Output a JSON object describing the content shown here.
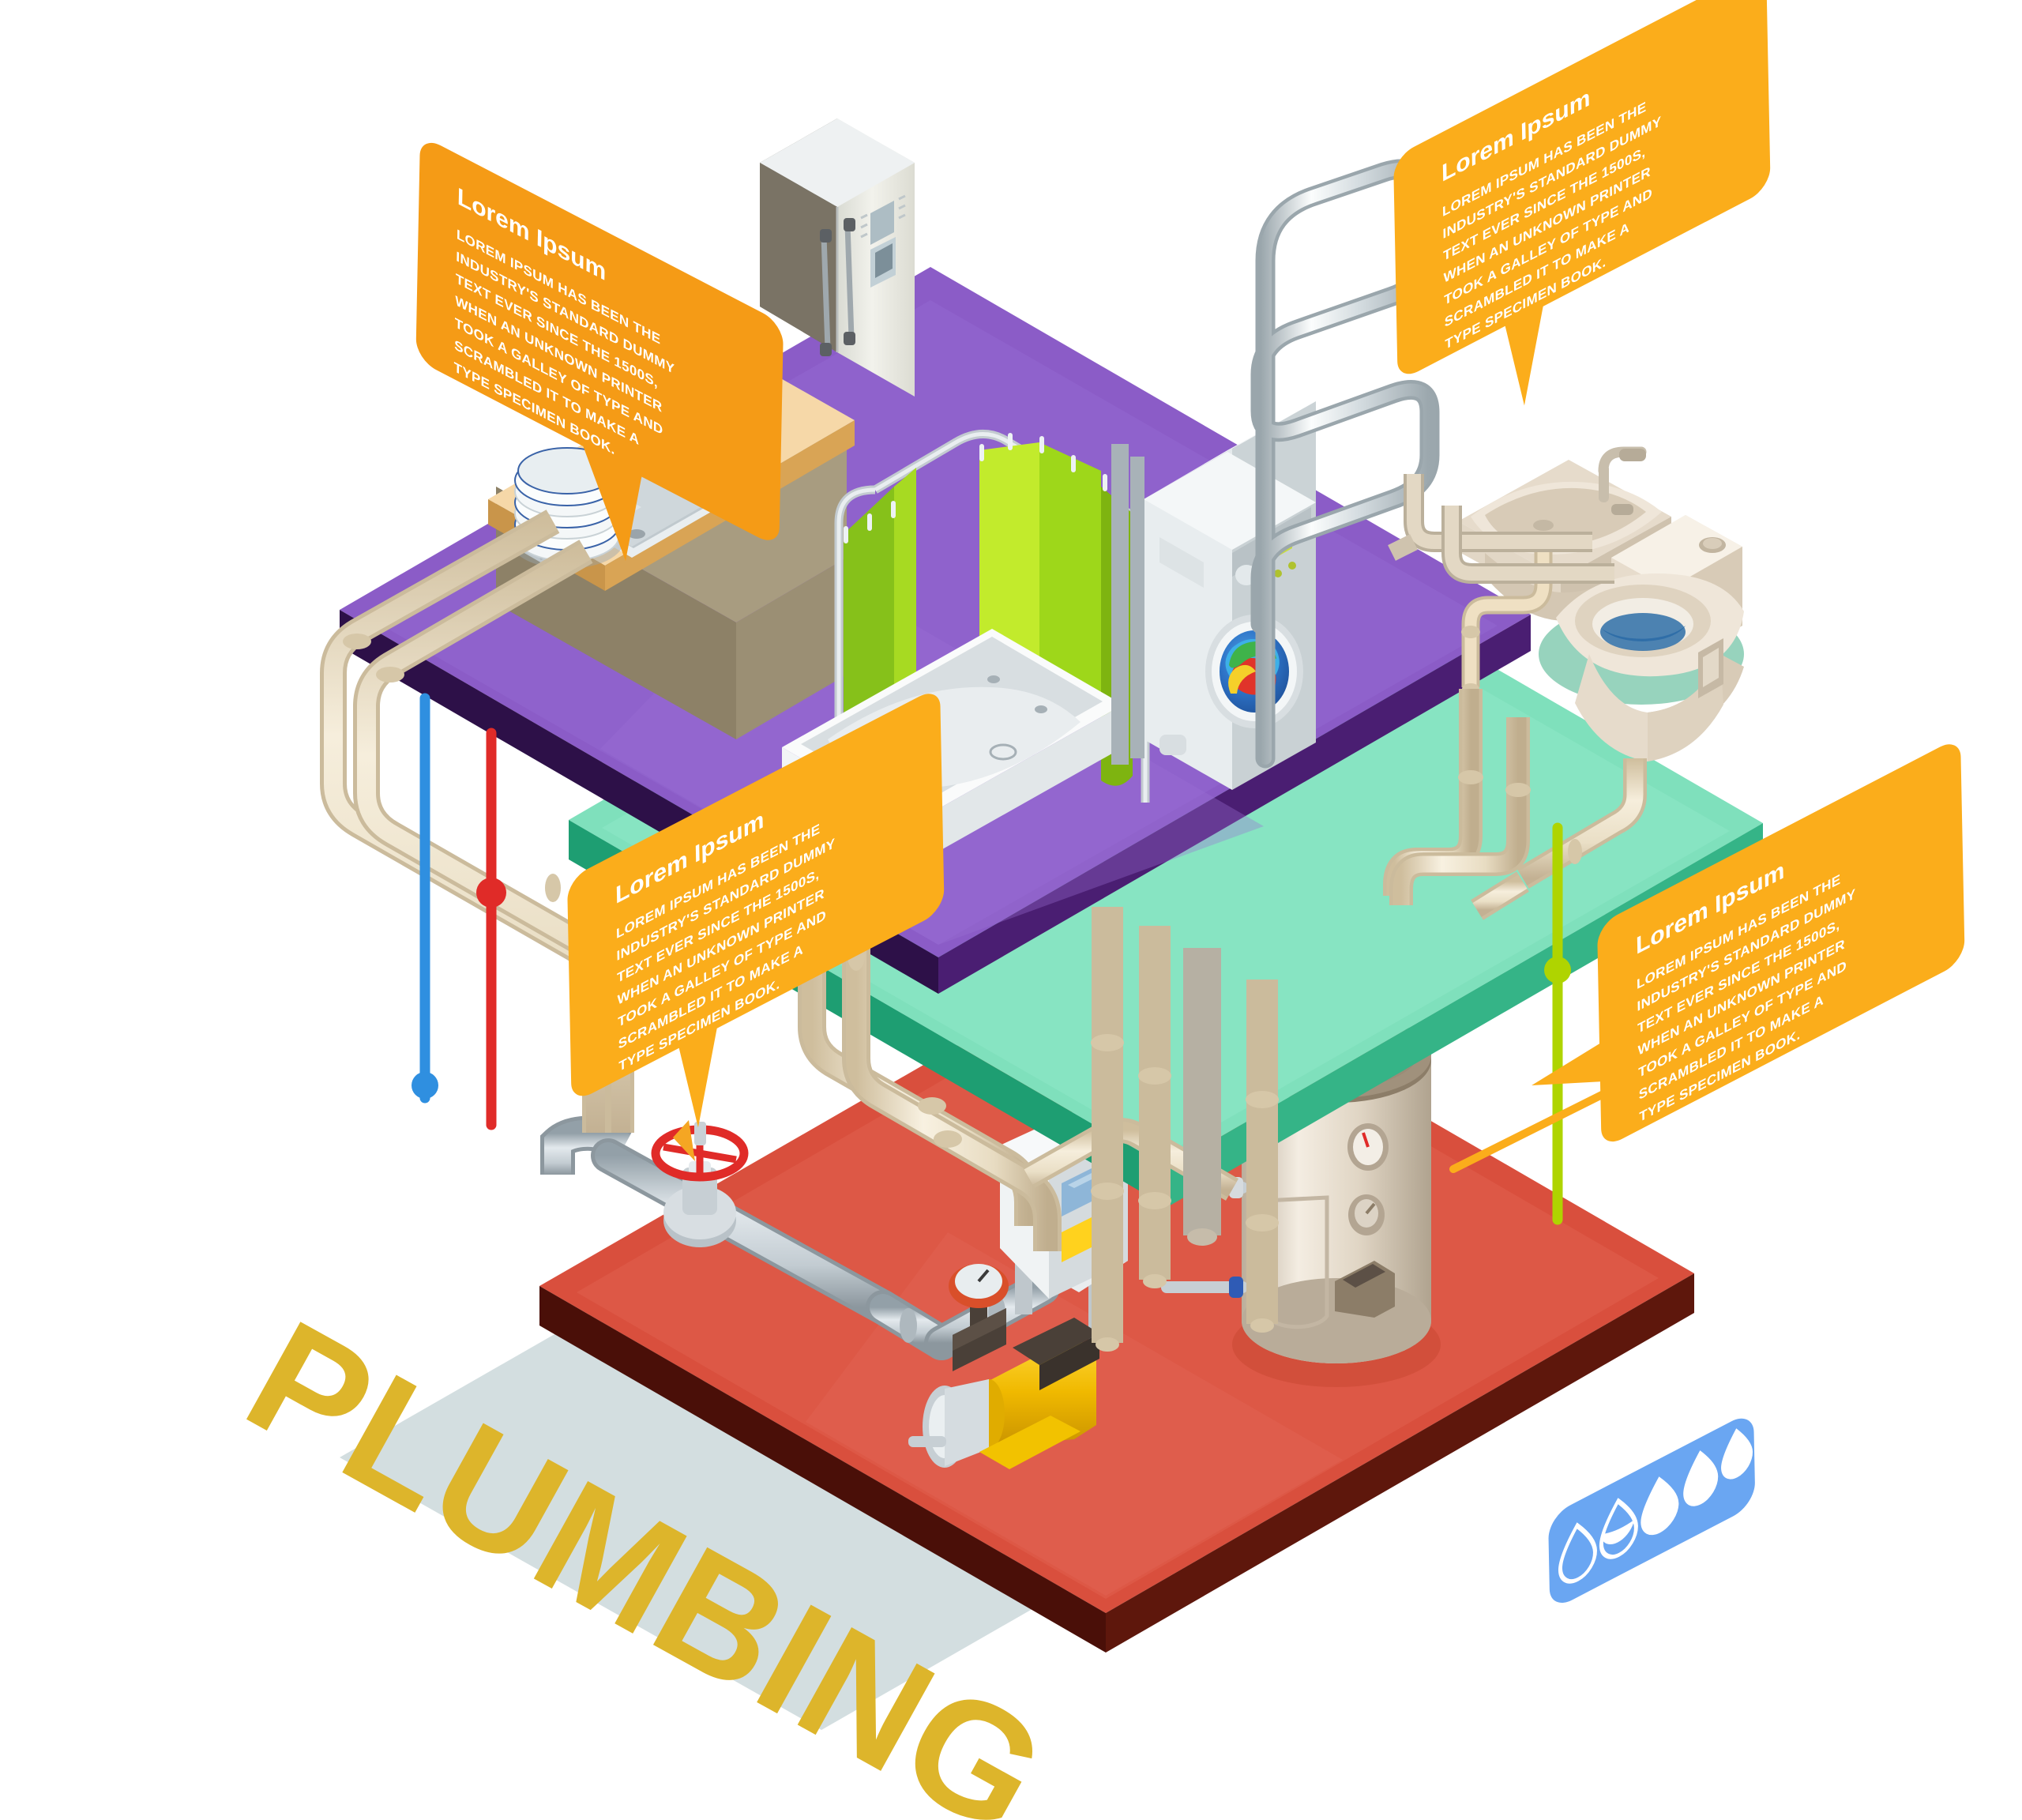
{
  "poster": {
    "title": "PLUMBING",
    "background": "#ffffff",
    "title_color": "#DDB52B"
  },
  "callout_text": {
    "heading": "Lorem Ipsum",
    "lines": [
      "LOREM IPSUM HAS BEEN THE",
      "INDUSTRY'S STANDARD DUMMY",
      "TEXT EVER SINCE THE 1500S,",
      "WHEN AN UNKNOWN PRINTER",
      "TOOK A GALLEY OF TYPE AND",
      "SCRAMBLED IT TO MAKE A",
      "TYPE SPECIMEN BOOK."
    ],
    "bubble_color": "#F59B16",
    "bubble_color_alt": "#FBAD1B"
  },
  "callouts": [
    {
      "id": "kitchen",
      "name": "callout-kitchen",
      "heading": "Lorem Ipsum",
      "connector_color": "#2F8FE0"
    },
    {
      "id": "radiator",
      "name": "callout-radiator",
      "heading": "Lorem Ipsum",
      "connector_color": "#F5A623"
    },
    {
      "id": "valve",
      "name": "callout-valve",
      "heading": "Lorem Ipsum",
      "connector_color": "#E02B28"
    },
    {
      "id": "boiler",
      "name": "callout-boiler",
      "heading": "Lorem Ipsum",
      "connector_color": "#AFD400"
    }
  ],
  "floors": [
    {
      "id": "kitchen",
      "label": "Kitchen floor",
      "top": "#8B5CC7",
      "side": "#6E3FB0",
      "edge": "#2D1048"
    },
    {
      "id": "bathroom",
      "label": "Bathroom floor",
      "top": "#7FE0BC",
      "side": "#5BCCA3",
      "edge": "#1E9E72"
    },
    {
      "id": "basement",
      "label": "Basement floor",
      "top": "#D94F3D",
      "side": "#C0402F",
      "edge": "#4A0F08"
    }
  ],
  "ground_shadow_color": "#CBD8DA",
  "fixtures": [
    {
      "name": "refrigerator",
      "floor": "kitchen",
      "label": "Refrigerator"
    },
    {
      "name": "kitchen-counter",
      "floor": "kitchen",
      "label": "Kitchen counter"
    },
    {
      "name": "kitchen-sink",
      "floor": "kitchen",
      "label": "Kitchen sink"
    },
    {
      "name": "kitchen-faucet",
      "floor": "kitchen",
      "label": "Faucet"
    },
    {
      "name": "dish-stack",
      "floor": "kitchen",
      "label": "Stack of plates"
    },
    {
      "name": "fruit-bowl",
      "floor": "kitchen",
      "label": "Fruit bowl"
    },
    {
      "name": "bathtub",
      "floor": "bathroom",
      "label": "Jacuzzi bathtub"
    },
    {
      "name": "shower-curtain",
      "floor": "bathroom",
      "label": "Shower curtain"
    },
    {
      "name": "curtain-rail",
      "floor": "bathroom",
      "label": "Curtain rail"
    },
    {
      "name": "washing-machine",
      "floor": "bathroom",
      "label": "Washing machine"
    },
    {
      "name": "towel-radiator",
      "floor": "bathroom",
      "label": "Heated towel rail"
    },
    {
      "name": "wash-basin",
      "floor": "bathroom",
      "label": "Wash basin"
    },
    {
      "name": "toilet",
      "floor": "bathroom",
      "label": "Toilet"
    },
    {
      "name": "gate-valve",
      "floor": "basement",
      "label": "Gate valve with red handwheel"
    },
    {
      "name": "control-panel",
      "floor": "basement",
      "label": "Control panel"
    },
    {
      "name": "pressure-gauge",
      "floor": "basement",
      "label": "Pressure gauge"
    },
    {
      "name": "water-pump",
      "floor": "basement",
      "label": "Water pump"
    },
    {
      "name": "boiler-tank",
      "floor": "basement",
      "label": "Hot water boiler tank"
    }
  ],
  "water_badge": {
    "name": "water-rating-badge",
    "fill_color": "#6AA6F2",
    "drop_color": "#ffffff",
    "total_drops": 5,
    "filled_drops": 3,
    "partial_drops": 1,
    "empty_drops": 1
  },
  "palette": {
    "pipe_beige": "#EDE3CE",
    "pipe_beige_dark": "#CBBB9C",
    "pipe_steel": "#C3CBD0",
    "pipe_steel_dark": "#9AA4AC",
    "chrome": "#E4E9EC",
    "curtain_green": "#9ED719",
    "valve_red": "#E02B28",
    "pump_yellow": "#F2C200",
    "porcelain": "#EFE6D9"
  }
}
